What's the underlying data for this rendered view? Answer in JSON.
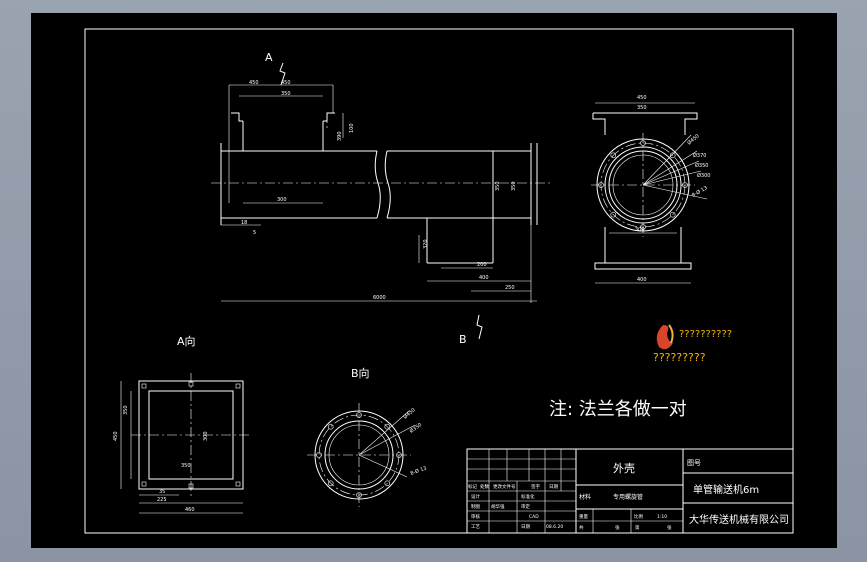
{
  "drawing": {
    "section_a_mark": "A",
    "section_b_mark": "B",
    "view_a_title": "A向",
    "view_b_title": "B向",
    "note": "注: 法兰各做一对",
    "logo_text_line1": "??????????",
    "logo_text_line2": "?????????",
    "front_view_dims": {
      "d450": "450",
      "d350": "350",
      "d390": "390",
      "d100": "100",
      "d300": "300",
      "d18": "18",
      "d5": "5",
      "d6000": "6000",
      "d320": "320",
      "d200": "200",
      "d400": "400",
      "d250": "250",
      "d350v": "350"
    },
    "side_view_dims": {
      "d450": "450",
      "d350": "350",
      "r1": "Ø450",
      "r2": "Ø370",
      "r3": "Ø350",
      "r4": "Ø300",
      "holes": "8-Ø 13",
      "d300": "300",
      "d400": "400"
    },
    "view_a_dims": {
      "d450v": "450",
      "d350v": "350",
      "d300v": "300",
      "d350h": "350",
      "d35": "35",
      "d225": "225",
      "d460": "460"
    },
    "view_b_dims": {
      "r1": "Ø450",
      "r2": "Ø350",
      "holes": "8-Ø 13"
    }
  },
  "title_block": {
    "part_name": "外壳",
    "drawing_no_label": "图号",
    "project": "单管输送机6m",
    "company": "大华传送机械有限公司",
    "headers": [
      "标记",
      "处数",
      "更改文件号",
      "签字",
      "日期"
    ],
    "rows": [
      [
        "设计",
        "",
        "标准化",
        ""
      ],
      [
        "制图",
        "胡华强",
        "审定",
        ""
      ],
      [
        "审核",
        "",
        "",
        ""
      ],
      [
        "工艺",
        "",
        "日期",
        "08.6.20"
      ]
    ],
    "material_label": "材料",
    "material_value": "专用螺旋管",
    "cad_label": "CAD",
    "weight_label": "重量",
    "scale_label": "比例",
    "scale_value": "1:10",
    "sheet_total_label": "共",
    "sheet_label": "张",
    "sheet_no_label": "第",
    "sheet_no_label2": "张"
  }
}
